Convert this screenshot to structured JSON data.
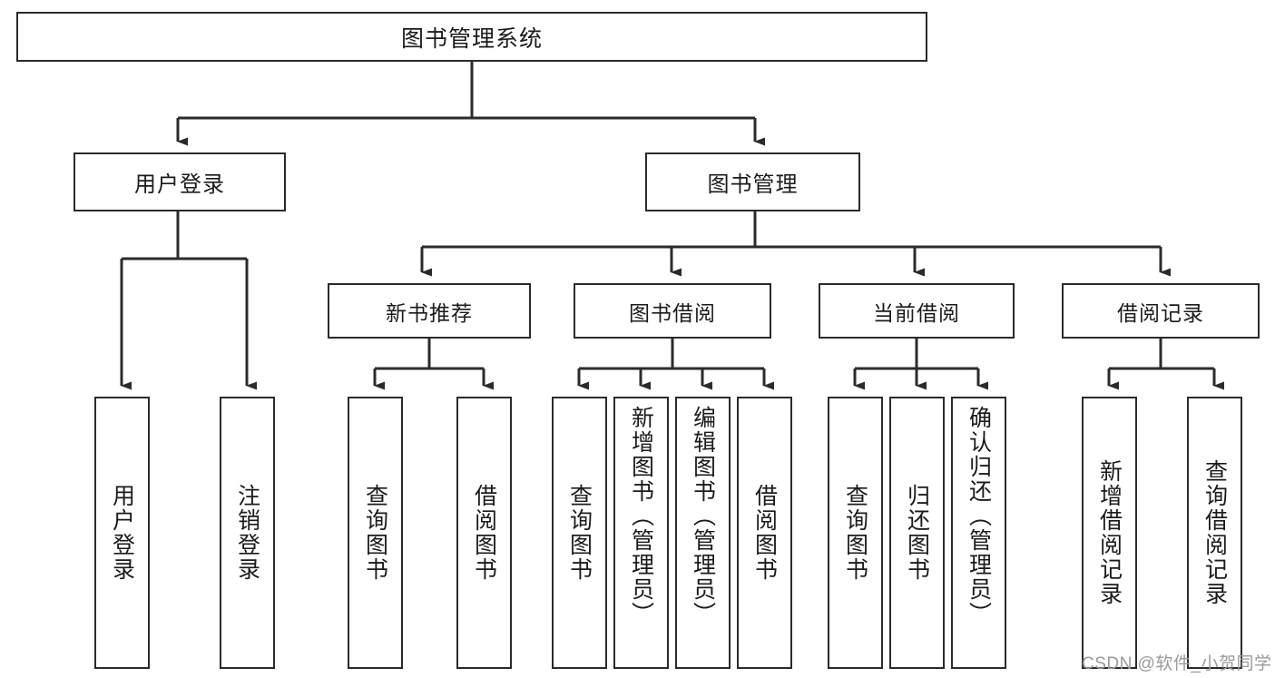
{
  "diagram": {
    "title": "图书管理系统",
    "type": "tree",
    "orientation": "top-down",
    "colors": {
      "box_border": "#2b2b2b",
      "box_fill": "#ffffff",
      "edge": "#2b2b2b",
      "text": "#1b1b1b",
      "watermark": "#9a9a9a",
      "background": "#ffffff"
    },
    "nodes": {
      "root": {
        "id": "root",
        "label": "图书管理系统",
        "level": 1
      },
      "level2": [
        {
          "id": "user-login",
          "label": "用户登录",
          "level": 2
        },
        {
          "id": "book-management",
          "label": "图书管理",
          "level": 2
        }
      ],
      "level3": [
        {
          "id": "new-book-recommend",
          "label": "新书推荐",
          "level": 3,
          "parent": "book-management"
        },
        {
          "id": "book-borrow",
          "label": "图书借阅",
          "level": 3,
          "parent": "book-management"
        },
        {
          "id": "current-borrow",
          "label": "当前借阅",
          "level": 3,
          "parent": "book-management"
        },
        {
          "id": "borrow-record",
          "label": "借阅记录",
          "level": 3,
          "parent": "book-management"
        }
      ],
      "leaves": [
        {
          "id": "leaf-user-login",
          "label": "用户登录",
          "parent": "user-login"
        },
        {
          "id": "leaf-user-logout",
          "label": "注销登录",
          "parent": "user-login"
        },
        {
          "id": "leaf-query-book-1",
          "label": "查询图书",
          "parent": "new-book-recommend"
        },
        {
          "id": "leaf-borrow-book-1",
          "label": "借阅图书",
          "parent": "new-book-recommend"
        },
        {
          "id": "leaf-query-book-2",
          "label": "查询图书",
          "parent": "book-borrow"
        },
        {
          "id": "leaf-add-book",
          "label": "新增图书（管理员）",
          "parent": "book-borrow"
        },
        {
          "id": "leaf-edit-book",
          "label": "编辑图书（管理员）",
          "parent": "book-borrow"
        },
        {
          "id": "leaf-borrow-book-2",
          "label": "借阅图书",
          "parent": "book-borrow"
        },
        {
          "id": "leaf-query-book-3",
          "label": "查询图书",
          "parent": "current-borrow"
        },
        {
          "id": "leaf-return-book",
          "label": "归还图书",
          "parent": "current-borrow"
        },
        {
          "id": "leaf-confirm-return",
          "label": "确认归还（管理员）",
          "parent": "current-borrow"
        },
        {
          "id": "leaf-add-record",
          "label": "新增借阅记录",
          "parent": "borrow-record"
        },
        {
          "id": "leaf-query-record",
          "label": "查询借阅记录",
          "parent": "borrow-record"
        }
      ]
    }
  },
  "watermark": {
    "text": "CSDN @软件_小贺同学"
  }
}
